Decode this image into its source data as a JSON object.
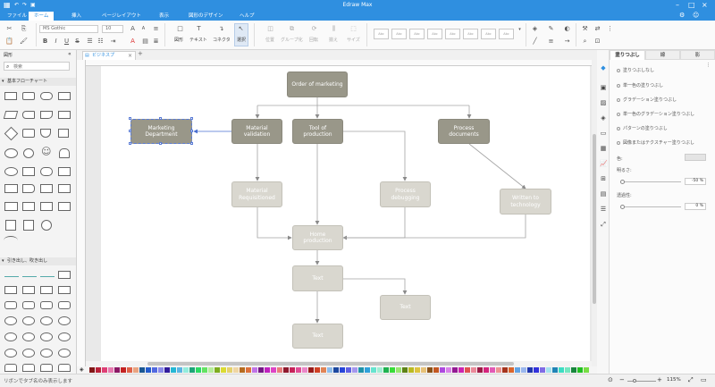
{
  "app": {
    "title": "Edraw Max"
  },
  "menu": {
    "tabs": [
      {
        "label": "ファイル",
        "active": false
      },
      {
        "label": "ホーム",
        "active": true
      },
      {
        "label": "挿入",
        "active": false
      },
      {
        "label": "ページレイアウト",
        "active": false
      },
      {
        "label": "表示",
        "active": false
      },
      {
        "label": "図形のデザイン",
        "active": false
      },
      {
        "label": "ヘルプ",
        "active": false
      }
    ]
  },
  "ribbon": {
    "font_name": "MS Gothic",
    "font_size": "10",
    "tools": [
      {
        "label": "図形"
      },
      {
        "label": "テキスト"
      },
      {
        "label": "コネクタ"
      },
      {
        "label": "選択"
      }
    ],
    "arrange": [
      {
        "label": "位置"
      },
      {
        "label": "グループ化"
      },
      {
        "label": "回転"
      },
      {
        "label": "揃え"
      },
      {
        "label": "サイズ"
      }
    ],
    "style_sample": "Abc"
  },
  "library": {
    "title": "図形",
    "search_placeholder": "検索",
    "sections": [
      {
        "label": "基本フローチャート"
      },
      {
        "label": "引き出し、吹き出し"
      }
    ]
  },
  "document": {
    "tab_label": "ビジネスプ"
  },
  "flowchart": {
    "nodes": [
      {
        "id": "n1",
        "text": "Order of marketing",
        "style": "dark"
      },
      {
        "id": "n2",
        "text": "Marketing Department",
        "style": "dark"
      },
      {
        "id": "n3",
        "text": "Material\nvalidation",
        "style": "dark"
      },
      {
        "id": "n4",
        "text": "Tool of\nproduction",
        "style": "dark"
      },
      {
        "id": "n5",
        "text": "Process\ndocuments",
        "style": "dark"
      },
      {
        "id": "n6",
        "text": "Material\nRequisitioned",
        "style": "light"
      },
      {
        "id": "n7",
        "text": "Process\ndebugging",
        "style": "light"
      },
      {
        "id": "n8",
        "text": "Written to\ntechnology",
        "style": "light"
      },
      {
        "id": "n9",
        "text": "Home production",
        "style": "light"
      },
      {
        "id": "n10",
        "text": "Text",
        "style": "light"
      },
      {
        "id": "n11",
        "text": "Text",
        "style": "light"
      },
      {
        "id": "n12",
        "text": "Text",
        "style": "light"
      }
    ]
  },
  "fill_panel": {
    "tabs": [
      {
        "label": "塗りつぶし",
        "active": true
      },
      {
        "label": "線",
        "active": false
      },
      {
        "label": "影",
        "active": false
      }
    ],
    "options": [
      {
        "label": "塗りつぶしなし"
      },
      {
        "label": "単一色の塗りつぶし"
      },
      {
        "label": "グラデーション塗りつぶし"
      },
      {
        "label": "単一色のグラデーション塗りつぶし"
      },
      {
        "label": "パターンの塗りつぶし"
      },
      {
        "label": "図像またはテクスチャー塗りつぶし"
      }
    ],
    "color_label": "色:",
    "brightness_label": "明るさ:",
    "brightness_value": "-50 %",
    "brightness_level": 0.0,
    "transparency_label": "透過性:",
    "transparency_value": "0 %",
    "transparency_level": 0.0,
    "colors": {
      "accent": "#2f8fe0",
      "node_dark": "#999789",
      "node_light": "#d9d7cf"
    }
  },
  "status": {
    "hint": "リボンでタブ名のみ表示します",
    "zoom": "115%"
  }
}
